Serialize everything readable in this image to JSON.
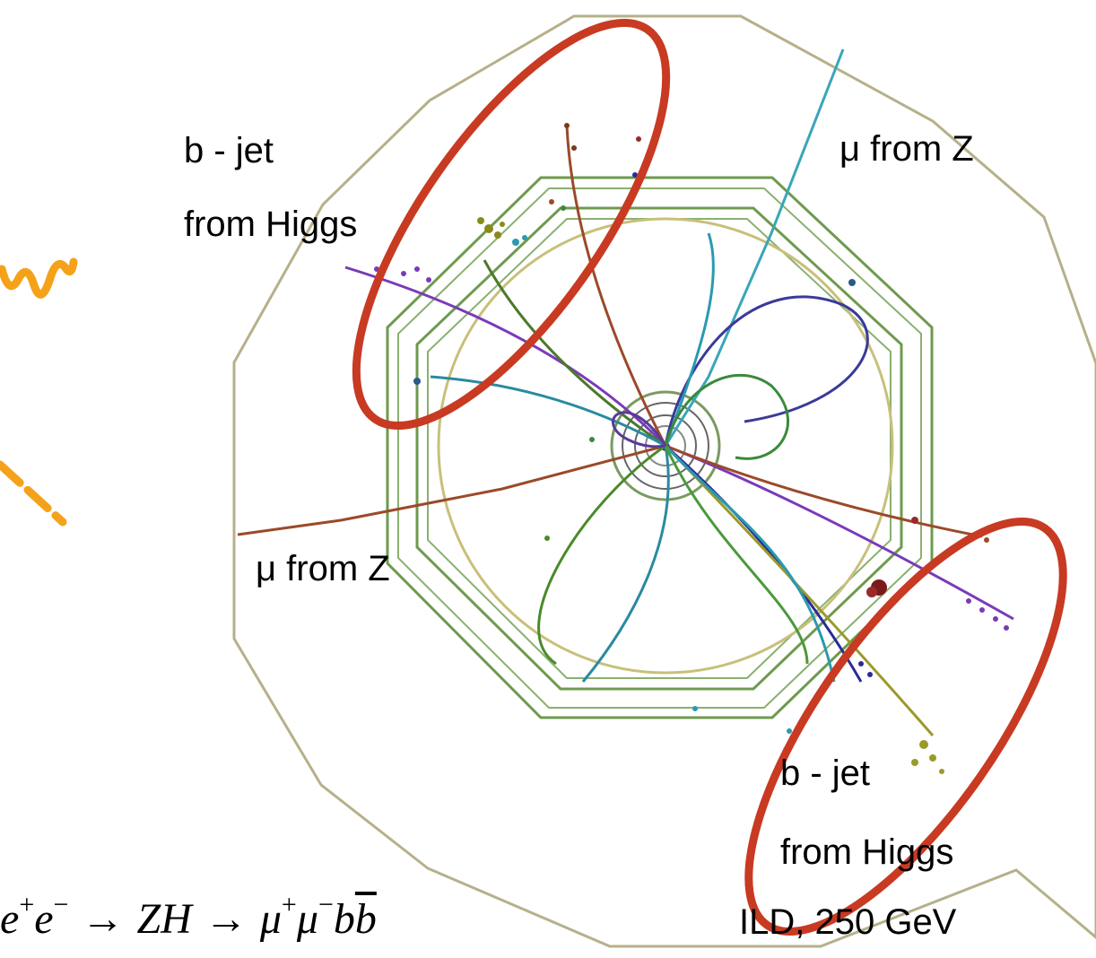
{
  "labels": {
    "bjet_top_line1": "b - jet",
    "bjet_top_line2": "from Higgs",
    "mu_top": "μ from Z",
    "mu_left": "μ from Z",
    "bjet_bottom_line1": "b - jet",
    "bjet_bottom_line2": "from Higgs",
    "detector_info": "ILD, 250 GeV"
  },
  "formula": {
    "e1": "e",
    "e1_sup": "+",
    "e2": "e",
    "e2_sup": "−",
    "arrow1": "→",
    "zh": "ZH",
    "arrow2": "→",
    "mu1": "μ",
    "mu1_sup": "+",
    "mu2": "μ",
    "mu2_sup": "−",
    "b": "b",
    "bbar": "b"
  },
  "colors": {
    "jet_ellipse": "#c83a22",
    "detector_outline": "#a8a27a",
    "detector_inner": "#6e9a4e",
    "orange_wave": "#f5a21a"
  }
}
